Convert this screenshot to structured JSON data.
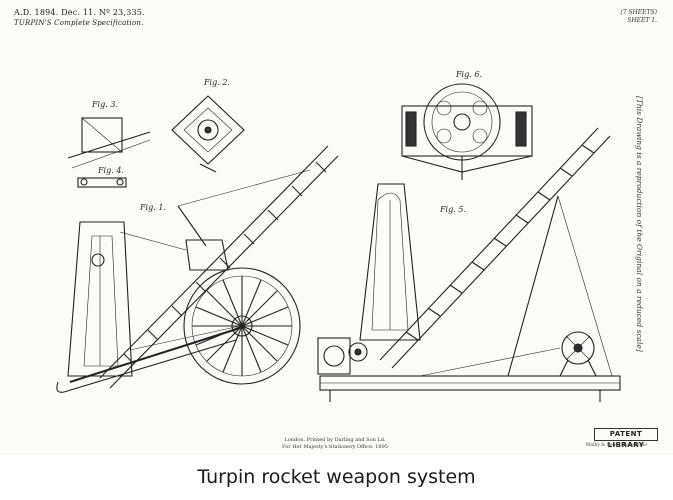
{
  "header": {
    "line1": "A.D. 1894. Dec. 11. Nº 23,335.",
    "line2": "TURPIN'S Complete Specification.",
    "sheets": "(7 SHEETS)",
    "sheet_no": "SHEET 1."
  },
  "side_note": "[This Drawing is a reproduction of the Original on a reduced scale]",
  "figure_labels": {
    "fig1": "Fig. 1.",
    "fig2": "Fig. 2.",
    "fig3": "Fig. 3.",
    "fig4": "Fig. 4.",
    "fig5": "Fig. 5.",
    "fig6": "Fig. 6."
  },
  "footer": {
    "printer_line1": "London. Printed by Darling and Son Ld.",
    "printer_line2": "For Her Majesty's Stationery Office. 1895",
    "right_note": "Malby & Sons, Photo-Litho",
    "stamp": "PATENT LIBRARY"
  },
  "caption": "Turpin rocket weapon system",
  "icons": {
    "drawing": "patent-drawing-illustration",
    "stamp": "library-stamp-icon"
  }
}
